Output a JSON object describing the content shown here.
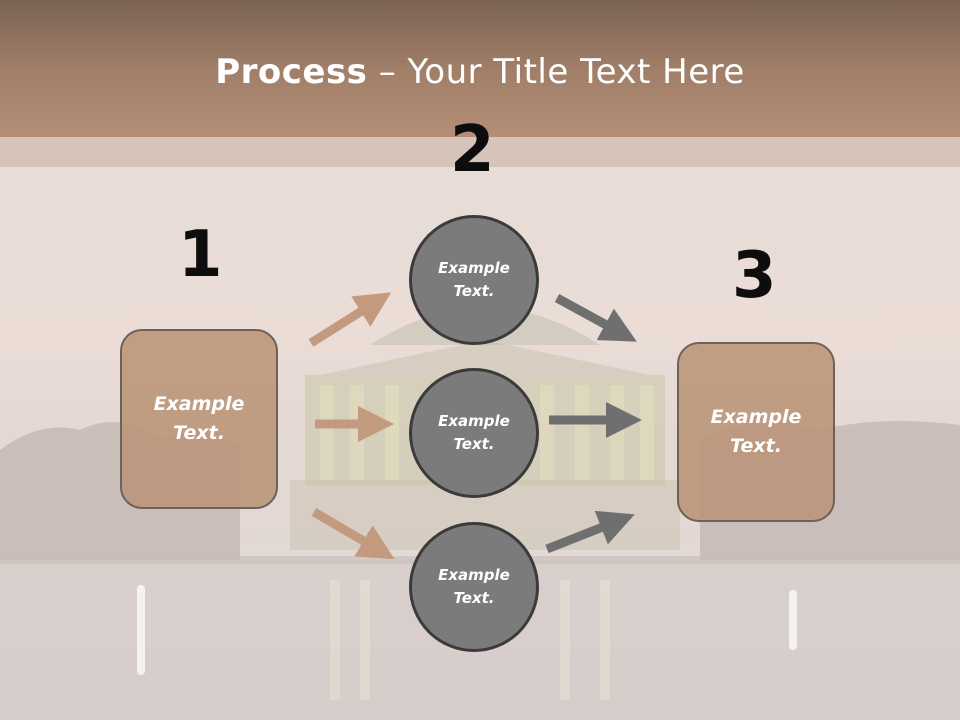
{
  "title": {
    "bold": "Process",
    "rest": " – Your Title Text Here"
  },
  "numbers": {
    "n1": "1",
    "n2": "2",
    "n3": "3"
  },
  "boxes": {
    "left": "Example Text.",
    "right": "Example Text."
  },
  "circles": {
    "top": "Example Text.",
    "middle": "Example Text.",
    "bottom": "Example Text."
  },
  "colors": {
    "title_bar": "#a07e68",
    "box_fill": "#ba9478",
    "circle_fill": "#7b7b7b",
    "arrow_tan": "#c49a7e",
    "arrow_gray": "#6f6f6f"
  }
}
